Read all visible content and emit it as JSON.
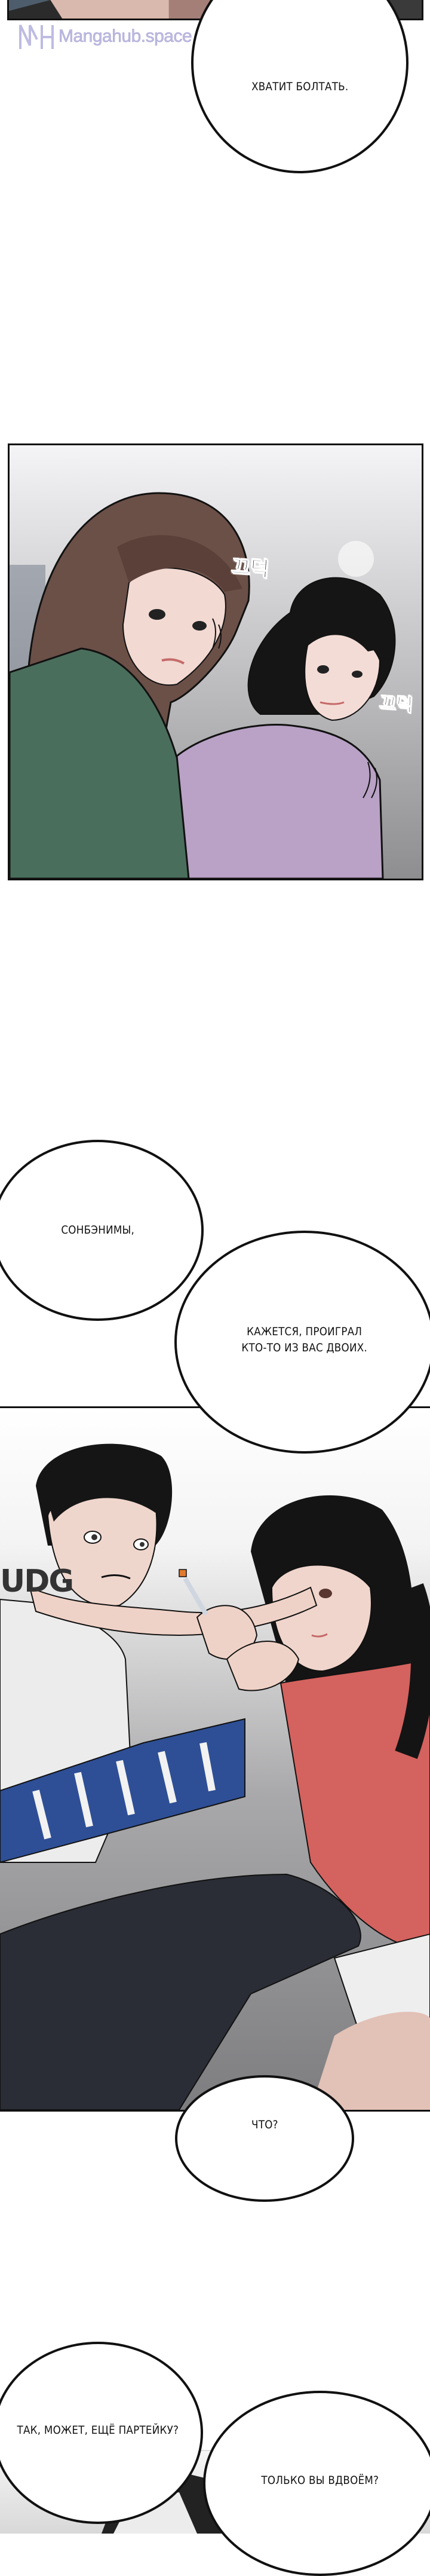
{
  "watermark": {
    "logo_letters": "MH",
    "text": "Mangahub.space",
    "color": "#b8b4e0"
  },
  "bubbles": [
    {
      "id": "b1",
      "text": "ХВАТИТ БОЛТАТЬ."
    },
    {
      "id": "b2",
      "text": "СОНБЭНИМЫ,"
    },
    {
      "id": "b3",
      "text": "КАЖЕТСЯ, ПРОИГРАЛ\nКТО-ТО ИЗ ВАС ДВОИХ."
    },
    {
      "id": "b4",
      "text": "ЧТО?"
    },
    {
      "id": "b5",
      "text": "ТАК, МОЖЕТ, ЕЩЁ ПАРТЕЙКУ?"
    },
    {
      "id": "b6",
      "text": "ТОЛЬКО ВЫ ВДВОЁМ?"
    }
  ],
  "sound_effects": [
    {
      "text": "끄덕"
    },
    {
      "text": "끄덕"
    }
  ],
  "shirt_print": "UDG",
  "colors": {
    "ink": "#111111",
    "green_shirt": "#4a6e5c",
    "lavender_shirt": "#b9a2c6",
    "red_shirt": "#d4625e",
    "stripe_blue": "#2e4f96"
  }
}
